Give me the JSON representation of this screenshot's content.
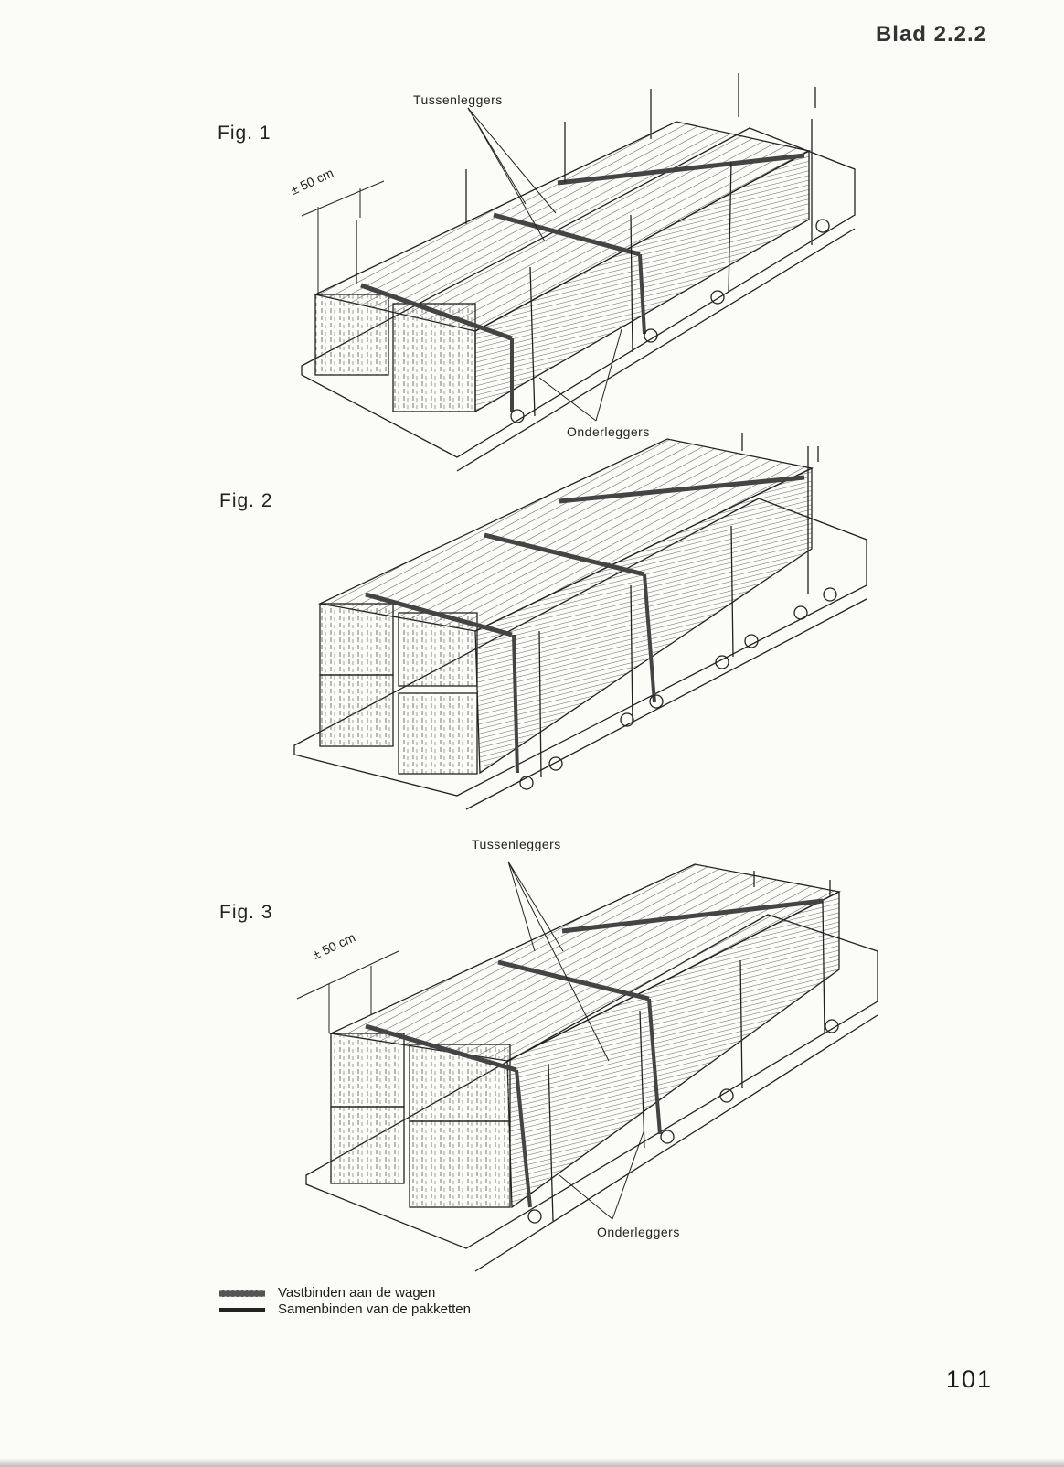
{
  "sheet_id": "Blad 2.2.2",
  "page_number": "101",
  "figures": [
    {
      "label": "Fig. 1",
      "top_callout": "Tussenleggers",
      "bottom_callout": "Onderleggers",
      "dimension": "± 50 cm"
    },
    {
      "label": "Fig. 2"
    },
    {
      "label": "Fig. 3",
      "top_callout": "Tussenleggers",
      "bottom_callout": "Onderleggers",
      "dimension": "± 50 cm"
    }
  ],
  "legend": [
    {
      "style": "heavy-strap",
      "text": "Vastbinden aan de wagen"
    },
    {
      "style": "band",
      "text": "Samenbinden van de pakketten"
    }
  ],
  "colors": {
    "ink": "#222222",
    "paper": "#fbfbf8",
    "strap": "#555555"
  }
}
